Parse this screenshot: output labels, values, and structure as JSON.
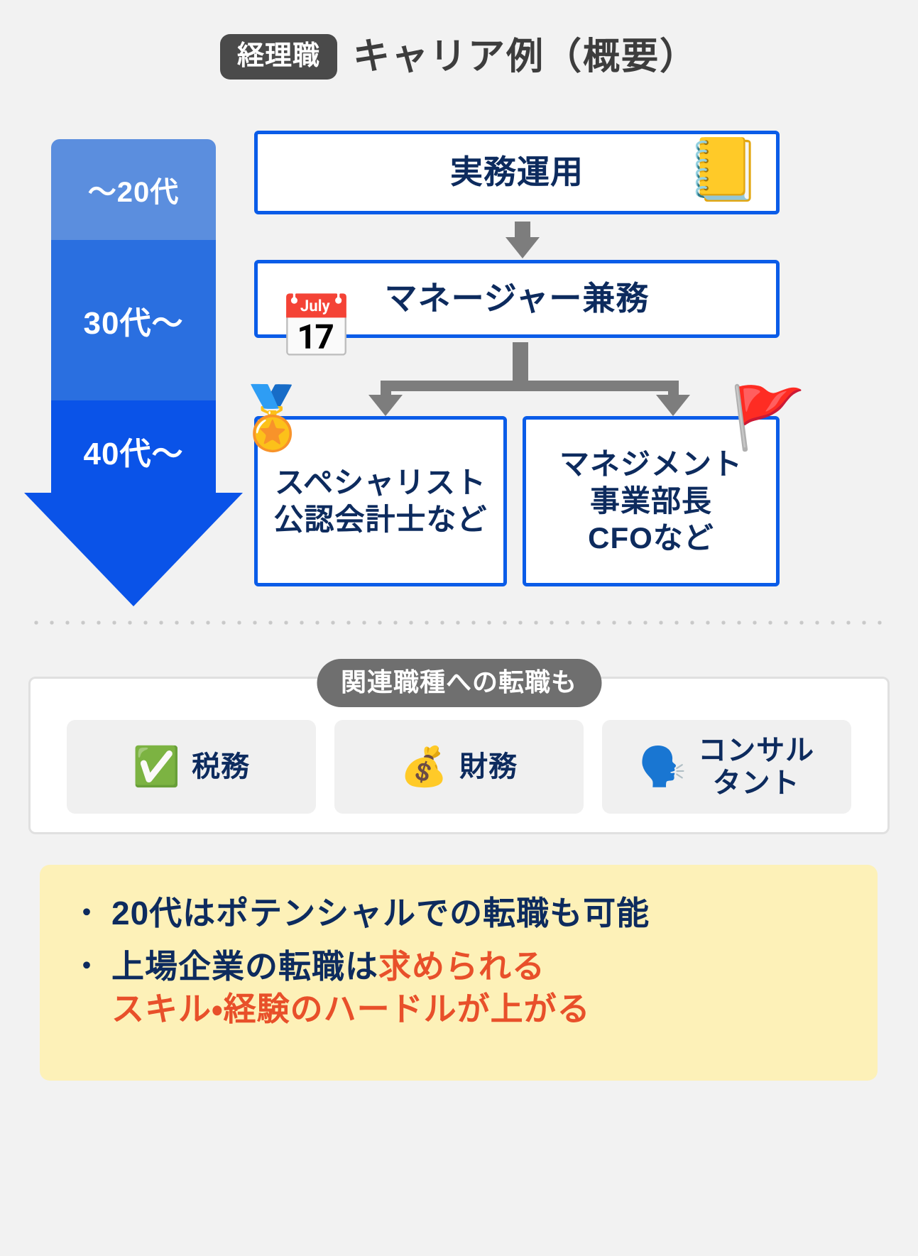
{
  "header": {
    "role_badge": "経理職",
    "title": "キャリア例（概要）"
  },
  "age_axis": {
    "segments": [
      {
        "label": "～20代",
        "color": "#5b8ede"
      },
      {
        "label": "30代～",
        "color": "#2a6fe0"
      },
      {
        "label": "40代～",
        "color": "#0a53e8"
      }
    ]
  },
  "flow": {
    "step1": {
      "label": "実務運用",
      "icon": "open-book-icon",
      "emoji": "📒"
    },
    "step2": {
      "label": "マネージャー兼務",
      "icon": "calendar-icon",
      "emoji": "📅"
    },
    "branch_left": {
      "line1": "スペシャリスト",
      "line2": "公認会計士など",
      "icon": "medal-icon",
      "emoji": "🏅"
    },
    "branch_right": {
      "line1": "マネジメント",
      "line2": "事業部長",
      "line3": "CFOなど",
      "icon": "flag-icon",
      "emoji": "🚩"
    },
    "box_border_color": "#0a5ce8",
    "connector_color": "#7d7d7d"
  },
  "related": {
    "badge": "関連職種への転職も",
    "chips": [
      {
        "label": "税務",
        "icon": "check-mark-icon",
        "emoji": "✅"
      },
      {
        "label": "財務",
        "icon": "money-bag-icon",
        "emoji": "💰"
      },
      {
        "label_line1": "コンサル",
        "label_line2": "タント",
        "icon": "speaking-head-icon",
        "emoji": "🗣️"
      }
    ]
  },
  "notes": {
    "bullet": "・",
    "items": [
      {
        "text": "20代はポテンシャルでの転職も可能",
        "highlight": ""
      },
      {
        "text": "上場企業の転職は",
        "highlight_line1": "求められる",
        "highlight_line2": "スキル・経験のハードルが上がる"
      }
    ],
    "background": "#fdf1b8",
    "highlight_color": "#e8502a"
  }
}
